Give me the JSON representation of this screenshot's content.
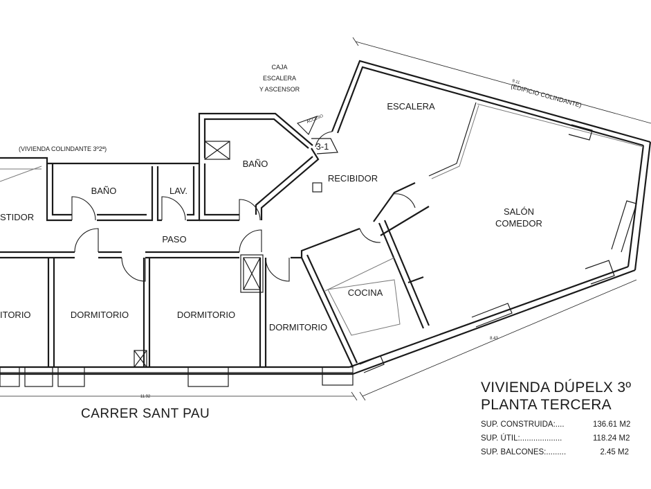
{
  "labels": {
    "caja": [
      "CAJA",
      "ESCALERA",
      "Y ASCENSOR"
    ],
    "colindante_building": "(EDIFICIO COLINDANTE)",
    "colindante_vivienda": "(VIVIENDA COLINDANTE 3º2ª)",
    "escalera": "ESCALERA",
    "bano_top": "BAÑO",
    "bano_left": "BAÑO",
    "lav": "LAV.",
    "vestidor": "STIDOR",
    "paso": "PASO",
    "recibidor": "RECIBIDOR",
    "unit_tag": "3-1",
    "acceso": "ACCESO",
    "salon": [
      "SALÓN",
      "COMEDOR"
    ],
    "cocina": "COCINA",
    "dorm_far_left": "ITORIO",
    "dorm_1": "DORMITORIO",
    "dorm_2": "DORMITORIO",
    "dorm_3": "DORMITORIO"
  },
  "dimensions": {
    "top": "9.11",
    "right_bottom": "8.43",
    "bottom": "11.92"
  },
  "street": "CARRER SANT PAU",
  "title": {
    "line1": "VIVIENDA DÚPELX 3º",
    "line2": "PLANTA TERCERA"
  },
  "areas": [
    {
      "label": "SUP. CONSTRUIDA:....",
      "value": "136.61 M2"
    },
    {
      "label": "SUP. ÚTIL:...................",
      "value": "118.24 M2"
    },
    {
      "label": "SUP. BALCONES:.........",
      "value": "2.45 M2"
    }
  ]
}
